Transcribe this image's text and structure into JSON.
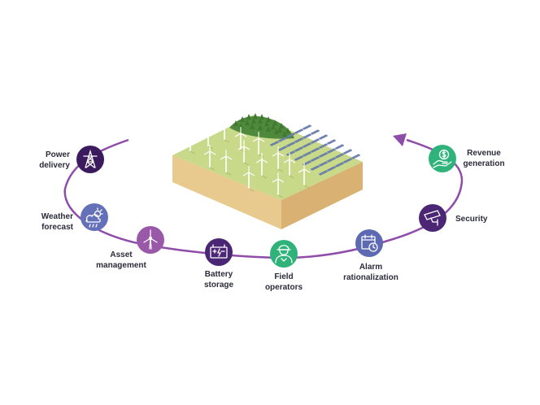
{
  "colors": {
    "arc": "#8e4da8",
    "grass": "#c9d98a",
    "grass_dark": "#aebf6a",
    "soil_front": "#e8c98e",
    "soil_side": "#d9b173",
    "panel": "#6f86b5",
    "tree": "#4f8a3c"
  },
  "nodes": [
    {
      "id": "power-delivery",
      "label": "Power\ndelivery",
      "icon": "transmission-tower-icon",
      "color": "#3b1a5e"
    },
    {
      "id": "weather-forecast",
      "label": "Weather\nforecast",
      "icon": "weather-cloud-sun-icon",
      "color": "#6471b8"
    },
    {
      "id": "asset-management",
      "label": "Asset\nmanagement",
      "icon": "wind-turbine-icon",
      "color": "#9a58a8"
    },
    {
      "id": "battery-storage",
      "label": "Battery\nstorage",
      "icon": "battery-icon",
      "color": "#4b2674"
    },
    {
      "id": "field-operators",
      "label": "Field\noperators",
      "icon": "field-operator-icon",
      "color": "#2fb37b"
    },
    {
      "id": "alarm-rationalization",
      "label": "Alarm\nrationalization",
      "icon": "calendar-clock-icon",
      "color": "#5d6ab1"
    },
    {
      "id": "security",
      "label": "Security",
      "icon": "security-camera-icon",
      "color": "#4b2674"
    },
    {
      "id": "revenue-generation",
      "label": "Revenue\ngeneration",
      "icon": "hand-dollar-icon",
      "color": "#2fb37b"
    }
  ]
}
